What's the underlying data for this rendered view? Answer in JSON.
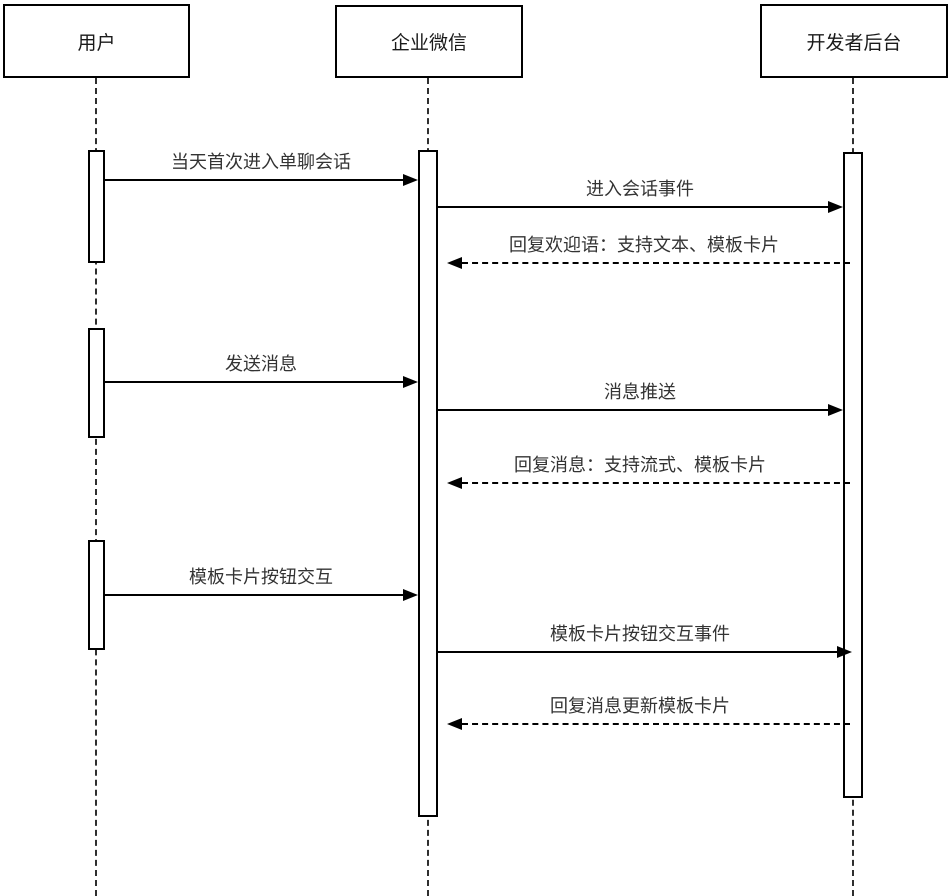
{
  "diagram": {
    "type": "uml-sequence",
    "actors": [
      {
        "id": "user",
        "label": "用户"
      },
      {
        "id": "wechat",
        "label": "企业微信"
      },
      {
        "id": "dev",
        "label": "开发者后台"
      }
    ],
    "messages": [
      {
        "label": "当天首次进入单聊会话",
        "from": "用户",
        "to": "企业微信",
        "line": "solid",
        "direction": "right"
      },
      {
        "label": "进入会话事件",
        "from": "企业微信",
        "to": "开发者后台",
        "line": "solid",
        "direction": "right"
      },
      {
        "label": "回复欢迎语：支持文本、模板卡片",
        "from": "开发者后台",
        "to": "企业微信",
        "line": "dashed",
        "direction": "left"
      },
      {
        "label": "发送消息",
        "from": "用户",
        "to": "企业微信",
        "line": "solid",
        "direction": "right"
      },
      {
        "label": "消息推送",
        "from": "企业微信",
        "to": "开发者后台",
        "line": "solid",
        "direction": "right"
      },
      {
        "label": "回复消息：支持流式、模板卡片",
        "from": "开发者后台",
        "to": "企业微信",
        "line": "dashed",
        "direction": "left"
      },
      {
        "label": "模板卡片按钮交互",
        "from": "用户",
        "to": "企业微信",
        "line": "solid",
        "direction": "right"
      },
      {
        "label": "模板卡片按钮交互事件",
        "from": "企业微信",
        "to": "开发者后台",
        "line": "solid",
        "direction": "right"
      },
      {
        "label": "回复消息更新模板卡片",
        "from": "开发者后台",
        "to": "企业微信",
        "line": "dashed",
        "direction": "left"
      }
    ],
    "colors": {
      "line": "#000000",
      "label_text": "#333333",
      "actor_text": "#1a1a1a",
      "background": "#ffffff"
    }
  }
}
